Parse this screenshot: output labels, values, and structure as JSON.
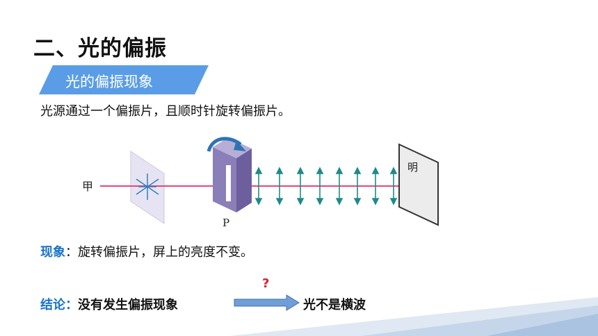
{
  "title": "二、光的偏振",
  "banner": {
    "text": "光的偏振现象"
  },
  "intro": "光源通过一个偏振片，且顺时针旋转偏振片。",
  "diagram": {
    "source_label": "甲",
    "polarizer_label": "P",
    "screen_label": "明",
    "colors": {
      "beam": "#e8457a",
      "arrows": "#1f8a8a",
      "polarizer": "#8a7fb8",
      "rotate_arrow": "#2e74b5"
    }
  },
  "phenomenon": {
    "label": "现象",
    "separator": "：",
    "text": "旋转偏振片，屏上的亮度不变。"
  },
  "conclusion": {
    "label": "结论：",
    "text": "没有发生偏振现象",
    "question": "?",
    "result": "光不是横波"
  },
  "colors": {
    "accent": "#1a73c8",
    "banner": "#5a9de6",
    "question": "#d9232d"
  }
}
